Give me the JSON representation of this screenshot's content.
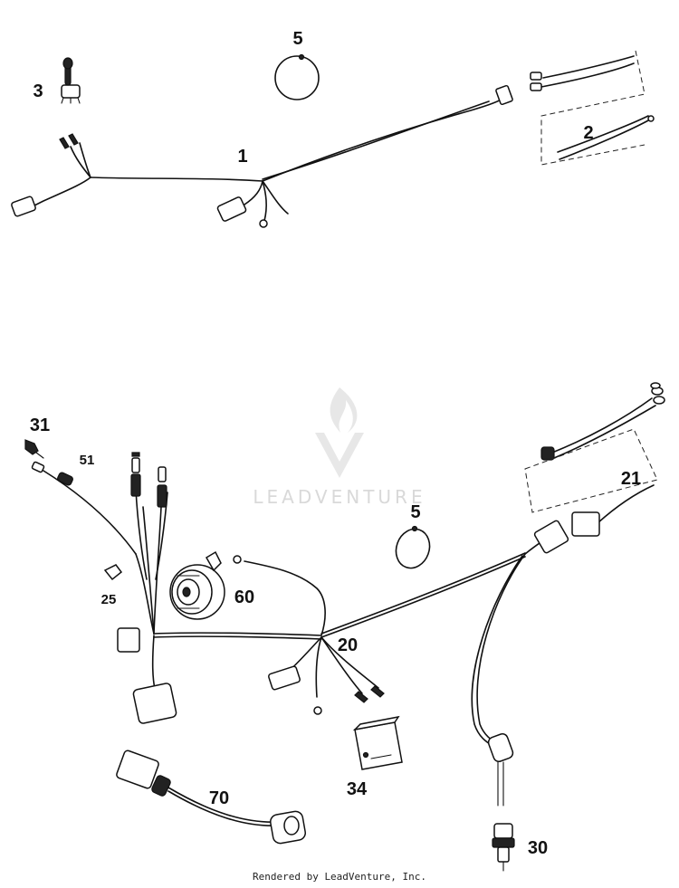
{
  "watermark": {
    "brand": "LEADVENTURE"
  },
  "credit": "Rendered by LeadVenture, Inc.",
  "callouts": {
    "c1": "1",
    "c2": "2",
    "c3": "3",
    "c5_top": "5",
    "c5_bottom": "5",
    "c20": "20",
    "c21": "21",
    "c25": "25",
    "c30": "30",
    "c31": "31",
    "c34": "34",
    "c51": "51",
    "c60": "60",
    "c70": "70"
  },
  "icons": {
    "watermark_logo": "flame-v-logo-icon",
    "switch": "toggle-switch-icon",
    "clamp": "cable-clamp-icon",
    "horn": "horn-icon",
    "relay": "relay-box-icon",
    "sensor": "pressure-switch-icon",
    "lamp": "indicator-lamp-icon",
    "connector": "plug-connector-icon"
  },
  "colors": {
    "line": "#111111",
    "watermark": "#d9d9d9",
    "background": "#ffffff"
  }
}
